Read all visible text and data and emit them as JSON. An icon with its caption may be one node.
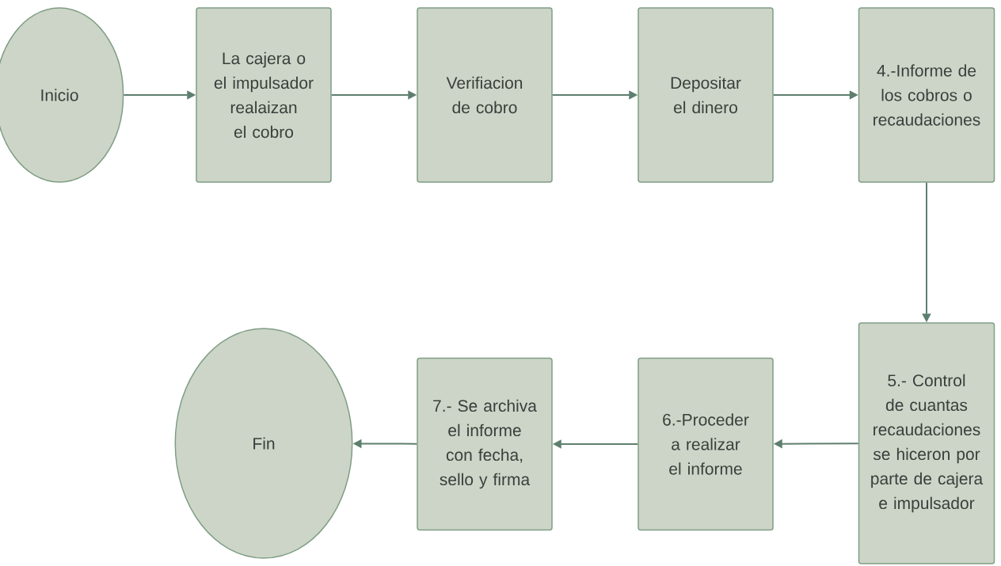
{
  "diagram": {
    "nodes": [
      {
        "text": [
          "Inicio"
        ]
      },
      {
        "text": [
          "La cajera o el impulsador realaizan el cobro"
        ]
      },
      {
        "text": [
          "Verifiacion de cobro"
        ]
      },
      {
        "text": [
          "Depositar el dinero"
        ]
      },
      {
        "text": [
          "4.-Informe de los cobros o recaudaciones"
        ]
      },
      {
        "text": [
          "5.- Control de cuantas recaudaciones se hiceron por parte de cajera e impulsador"
        ]
      },
      {
        "text": [
          "6.-Proceder a realizar el informe"
        ]
      },
      {
        "text": [
          "7.- Se archiva el informe con fecha, sello y firma"
        ]
      },
      {
        "text": [
          "Fin"
        ]
      }
    ],
    "edges": [
      {
        "from": 0,
        "to": 1,
        "arrow": "to"
      },
      {
        "from": 1,
        "to": 2,
        "arrow": "to"
      },
      {
        "from": 2,
        "to": 3,
        "arrow": "to"
      },
      {
        "from": 3,
        "to": 4,
        "arrow": "to"
      },
      {
        "from": 4,
        "to": 5,
        "arrow": "to"
      },
      {
        "from": 5,
        "to": 6,
        "arrow": "to"
      },
      {
        "from": 6,
        "to": 7,
        "arrow": "to"
      },
      {
        "from": 7,
        "to": 8,
        "arrow": "to"
      }
    ]
  }
}
